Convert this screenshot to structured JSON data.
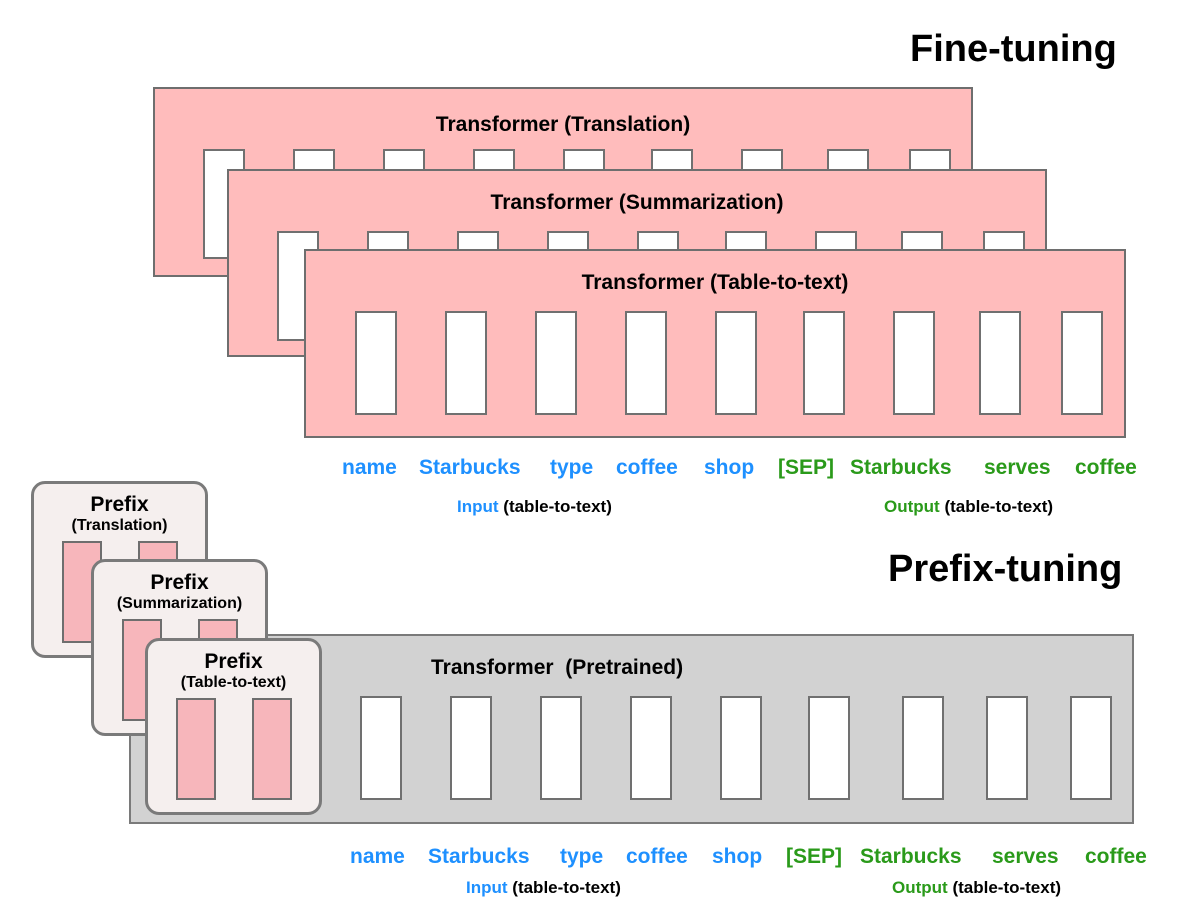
{
  "finetuning": {
    "title": "Fine-tuning",
    "models": [
      {
        "label": "Transformer (Translation)"
      },
      {
        "label": "Transformer (Summarization)"
      },
      {
        "label": "Transformer (Table-to-text)"
      }
    ],
    "tokens": {
      "input": [
        "name",
        "Starbucks",
        "type",
        "coffee",
        "shop"
      ],
      "output": [
        "[SEP]",
        "Starbucks",
        "serves",
        "coffee"
      ]
    },
    "input_caption": {
      "keyword": "Input",
      "rest": "(table-to-text)"
    },
    "output_caption": {
      "keyword": "Output",
      "rest": "(table-to-text)"
    }
  },
  "prefixtuning": {
    "title": "Prefix-tuning",
    "model_label": "Transformer  (Pretrained)",
    "prefixes": [
      {
        "title": "Prefix",
        "subtitle": "(Translation)"
      },
      {
        "title": "Prefix",
        "subtitle": "(Summarization)"
      },
      {
        "title": "Prefix",
        "subtitle": "(Table-to-text)"
      }
    ],
    "tokens": {
      "input": [
        "name",
        "Starbucks",
        "type",
        "coffee",
        "shop"
      ],
      "output": [
        "[SEP]",
        "Starbucks",
        "serves",
        "coffee"
      ]
    },
    "input_caption": {
      "keyword": "Input",
      "rest": "(table-to-text)"
    },
    "output_caption": {
      "keyword": "Output",
      "rest": "(table-to-text)"
    }
  },
  "colors": {
    "finetune_box": "#ffbcbc",
    "pretrained_box": "#d2d2d2",
    "prefix_card": "#f5efee",
    "prefix_slot": "#f7b6bb",
    "input_text": "#1e90ff",
    "output_text": "#2a9a1a"
  }
}
